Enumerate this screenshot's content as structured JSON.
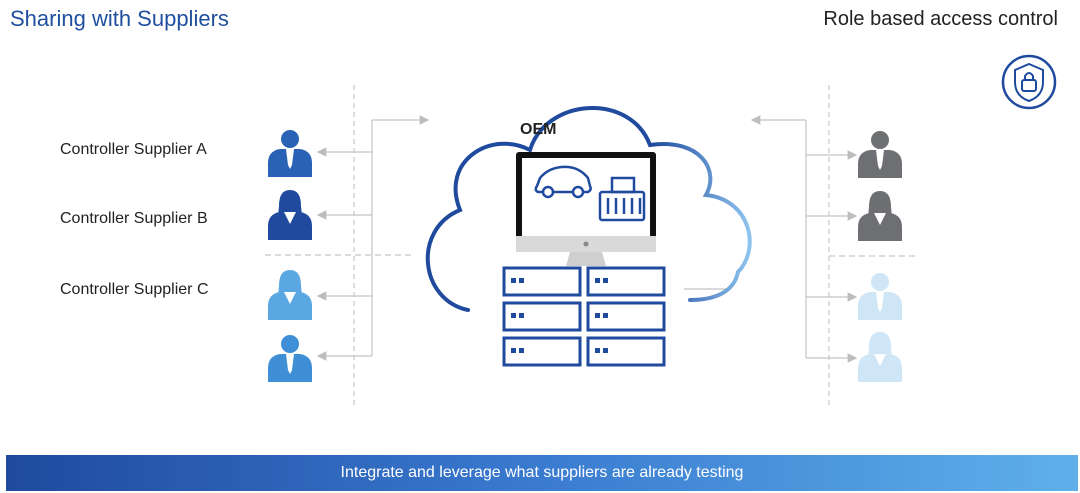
{
  "header": {
    "title": "Sharing with Suppliers",
    "rbac_label": "Role based access control"
  },
  "suppliers": [
    {
      "label": "Controller Supplier A"
    },
    {
      "label": "Controller Supplier B"
    },
    {
      "label": "Controller Supplier C"
    }
  ],
  "cloud": {
    "label": "OEM"
  },
  "banner": {
    "text": "Integrate and leverage what suppliers are already testing"
  },
  "icons": {
    "shield": "shield-lock-icon",
    "car": "car-icon",
    "ecu": "ecu-controller-icon",
    "monitor": "monitor-icon",
    "server": "server-rack-icon",
    "person": "person-icon"
  },
  "colors": {
    "title": "#1f4f9e",
    "dark_blue": "#1f4a9e",
    "mid_blue": "#2f86d6",
    "light_blue": "#a9d4f2",
    "gray_person": "#6e6f72",
    "pale_person": "#cfe6f7"
  }
}
